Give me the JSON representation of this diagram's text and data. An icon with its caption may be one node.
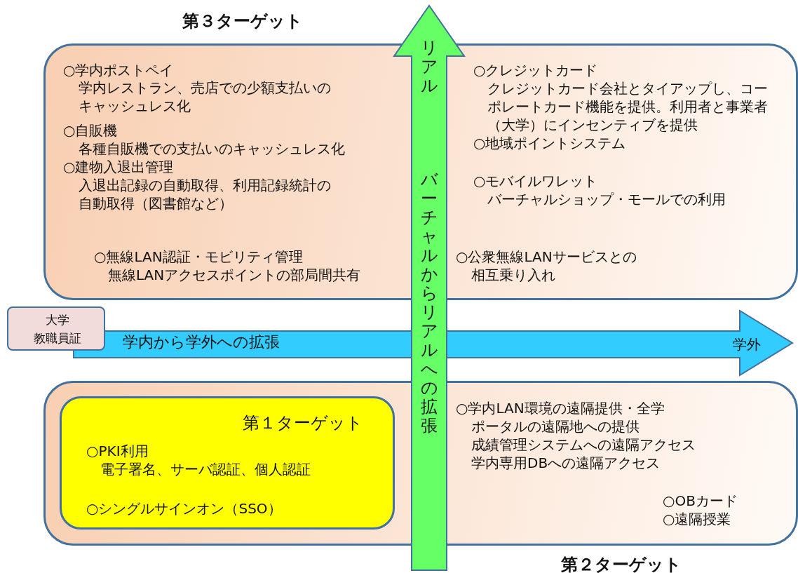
{
  "diagram": {
    "nodes": [
      {
        "text": [
          "第３ターゲット",
          "○学内ポストペイ",
          "学内レストラン、売店での少額支払いのキャッシュレス化",
          "○自販機",
          "各種自販機での支払いのキャッシュレス化",
          "○建物入退出管理",
          "入退出記録の自動取得、利用記録統計の自動取得（図書館など）",
          "○無線LAN認証・モビリティ管理",
          "無線LANアクセスポイントの部局間共有",
          "○クレジットカード",
          "クレジットカード会社とタイアップし、コーポレートカード機能を提供。利用者と事業者（大学）にインセンティブを提供",
          "○地域ポイントシステム",
          "○モバイルワレット",
          "バーチャルショップ・モールでの利用",
          "○公衆無線LANサービスとの相互乗り入れ"
        ]
      },
      {
        "text": [
          "○学内LAN環境の遠隔提供・全学ポータルの遠隔地への提供",
          "成績管理システムへの遠隔アクセス",
          "学内専用DBへの遠隔アクセス",
          "○OBカード",
          "○遠隔授業",
          "第２ターゲット"
        ]
      },
      {
        "text": [
          "第１ターゲット",
          "○PKI利用",
          "電子署名、サーバ認証、個人認証",
          "○シングルサインオン（SSO）"
        ],
        "in": 1
      },
      {
        "text": [
          "学内から学外への拡張",
          "学外"
        ]
      },
      {
        "text": [
          "リアル",
          "バーチャルからリアルへの拡張"
        ]
      },
      {
        "text": [
          "大学",
          "教職員証"
        ]
      }
    ]
  }
}
